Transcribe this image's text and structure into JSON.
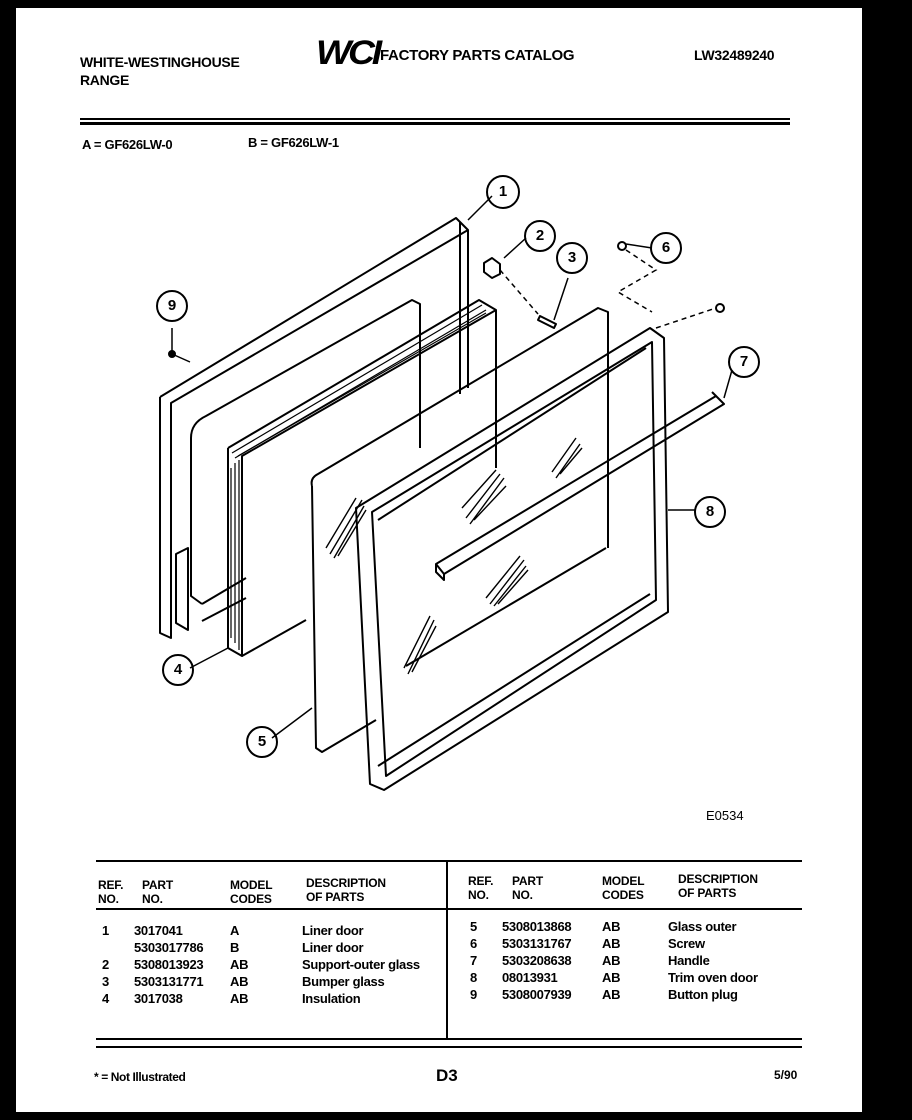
{
  "header": {
    "brand_line1": "WHITE-WESTINGHOUSE",
    "brand_line2": "RANGE",
    "logo": "WCI",
    "catalog_title": "FACTORY PARTS CATALOG",
    "catalog_number": "LW32489240"
  },
  "models": {
    "a": "A = GF626LW-0",
    "b": "B = GF626LW-1"
  },
  "diagram": {
    "figure_code": "E0534",
    "callouts": [
      "1",
      "2",
      "3",
      "4",
      "5",
      "6",
      "7",
      "8",
      "9"
    ]
  },
  "table": {
    "headers": {
      "ref": [
        "REF.",
        "NO."
      ],
      "part": [
        "PART",
        "NO."
      ],
      "model": [
        "MODEL",
        "CODES"
      ],
      "desc": [
        "DESCRIPTION",
        "OF PARTS"
      ]
    },
    "left_rows": [
      {
        "ref": "1",
        "part": "3017041",
        "model": "A",
        "desc": "Liner door"
      },
      {
        "ref": "",
        "part": "5303017786",
        "model": "B",
        "desc": "Liner door"
      },
      {
        "ref": "2",
        "part": "5308013923",
        "model": "AB",
        "desc": "Support-outer glass"
      },
      {
        "ref": "3",
        "part": "5303131771",
        "model": "AB",
        "desc": "Bumper glass"
      },
      {
        "ref": "4",
        "part": "3017038",
        "model": "AB",
        "desc": "Insulation"
      }
    ],
    "right_rows": [
      {
        "ref": "5",
        "part": "5308013868",
        "model": "AB",
        "desc": "Glass outer"
      },
      {
        "ref": "6",
        "part": "5303131767",
        "model": "AB",
        "desc": "Screw"
      },
      {
        "ref": "7",
        "part": "5303208638",
        "model": "AB",
        "desc": "Handle"
      },
      {
        "ref": "8",
        "part": "08013931",
        "model": "AB",
        "desc": "Trim oven door"
      },
      {
        "ref": "9",
        "part": "5308007939",
        "model": "AB",
        "desc": "Button plug"
      }
    ]
  },
  "footer": {
    "note": "* = Not Illustrated",
    "page": "D3",
    "date": "5/90"
  }
}
